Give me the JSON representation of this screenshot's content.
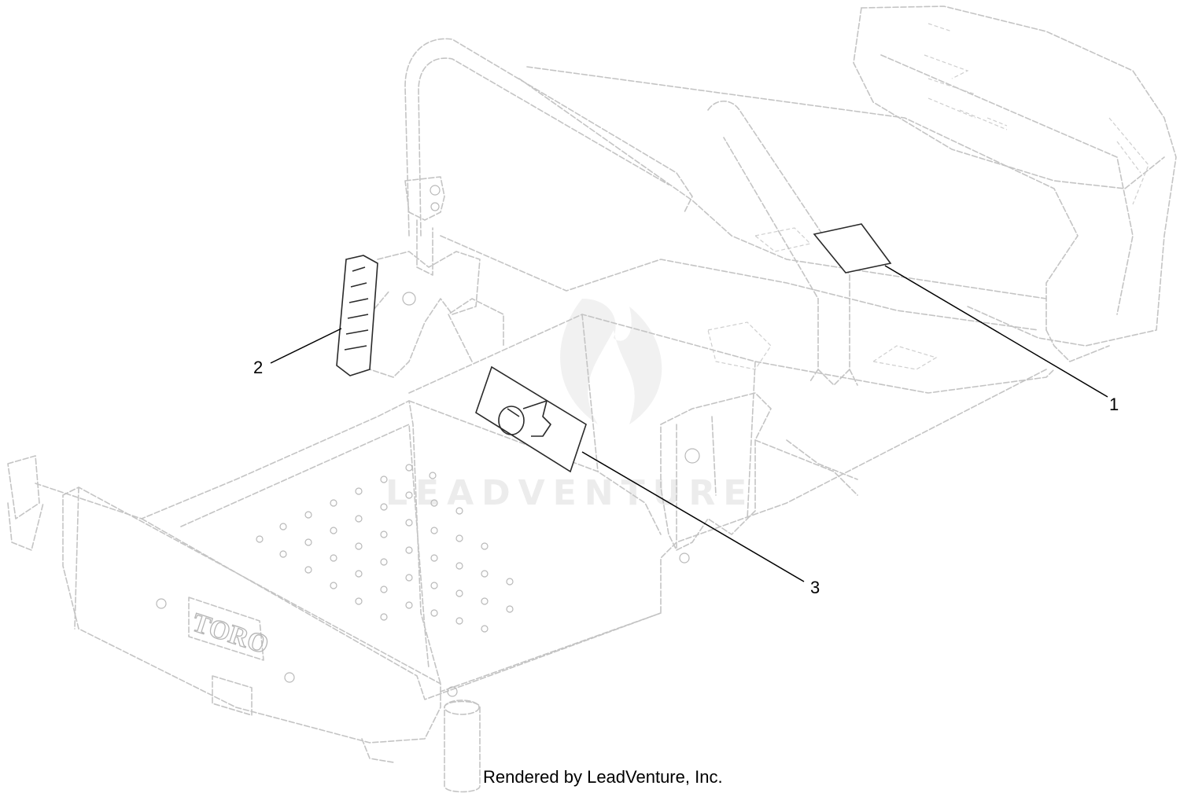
{
  "diagram": {
    "callouts": [
      {
        "id": "1",
        "label": "1"
      },
      {
        "id": "2",
        "label": "2"
      },
      {
        "id": "3",
        "label": "3"
      }
    ],
    "brand_text": "TORO",
    "watermark_text": "LEADVENTURE",
    "credit": "Rendered by LeadVenture, Inc."
  }
}
